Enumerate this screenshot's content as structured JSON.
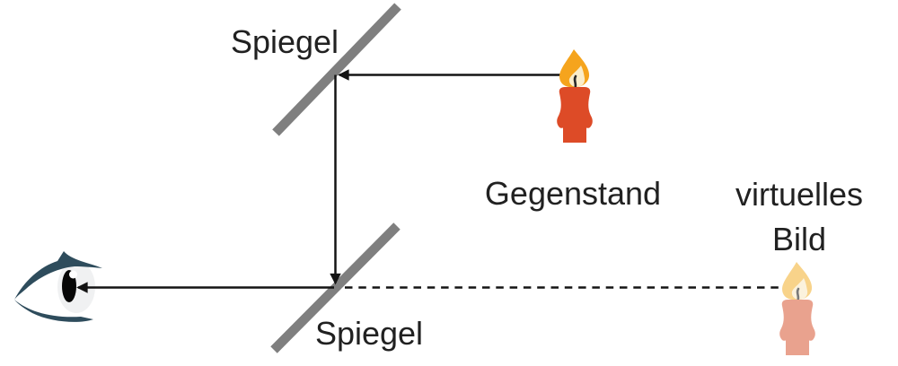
{
  "scene": {
    "description": "Optics diagram: two plane mirrors redirect light from a candle (object) to an eye; a virtual image of the candle appears behind the lower mirror",
    "labels": {
      "mirror_top": "Spiegel",
      "mirror_bottom": "Spiegel",
      "object": "Gegenstand",
      "virtual_image_line1": "virtuelles",
      "virtual_image_line2": "Bild"
    },
    "icons": {
      "eye": "eye-icon (side view eye with dark lashes, white eyeball, black pupil)",
      "object_candle": "candle-icon (red-orange candle with orange flame)",
      "virtual_candle": "faded-candle-icon (pale salmon candle with pale flame)"
    },
    "colors": {
      "background": "#ffffff",
      "mirror": "#7f7f7f",
      "ray": "#141414",
      "label_text": "#212121",
      "candle_body": "#dd4b27",
      "candle_flame_outer": "#f5a41d",
      "candle_flame_inner": "#faedca",
      "candle_wick": "#2a2a2a",
      "virtual_candle_body": "#e9a28e",
      "virtual_candle_flame_outer": "#f8d38a",
      "virtual_candle_flame_inner": "#fbf2dd",
      "virtual_candle_wick": "#7a7a7a",
      "eye_outline": "#2e4c5c",
      "eyeball": "#f0f1f2",
      "pupil": "#070707"
    }
  }
}
